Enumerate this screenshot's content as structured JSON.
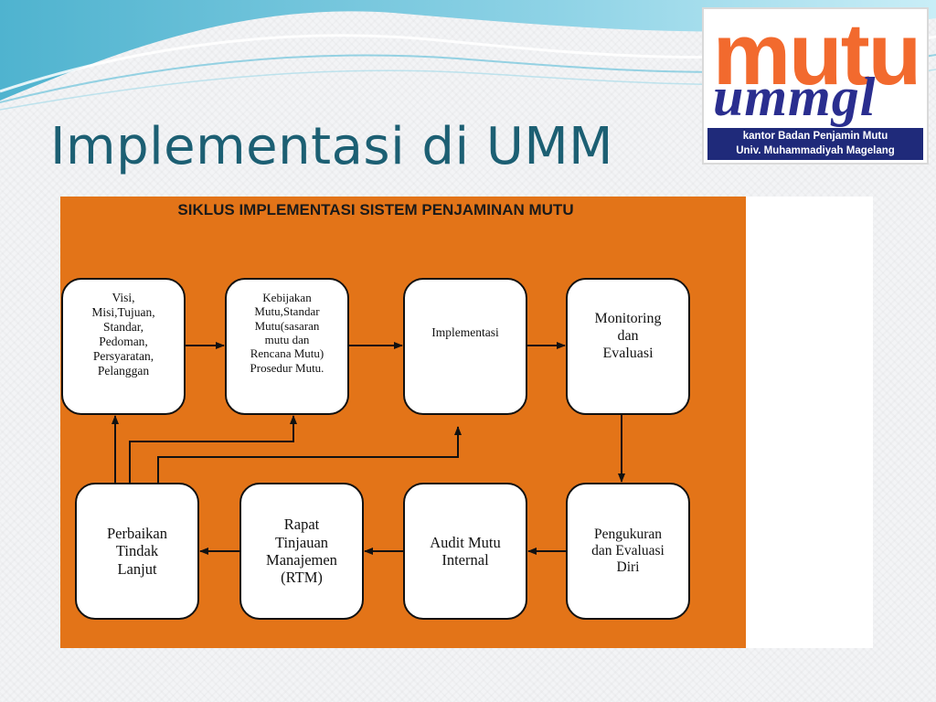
{
  "slide": {
    "title": "Implementasi di UMM"
  },
  "logo": {
    "word": "mutu",
    "script": "ummgl",
    "caption_line1": "kantor Badan Penjamin Mutu",
    "caption_line2": "Univ. Muhammadiyah Magelang"
  },
  "diagram": {
    "title": "SIKLUS IMPLEMENTASI SISTEM PENJAMINAN MUTU",
    "nodes": {
      "visi": "Visi,\nMisi,Tujuan,\nStandar,\nPedoman,\nPersyaratan,\nPelanggan",
      "kebijakan": "Kebijakan\nMutu,Standar\nMutu(sasaran\nmutu dan\nRencana Mutu)\nProsedur Mutu.",
      "implementasi": "Implementasi",
      "monitoring": "Monitoring\ndan\nEvaluasi",
      "perbaikan": "Perbaikan\nTindak\nLanjut",
      "rapat": "Rapat\nTinjauan\nManajemen\n(RTM)",
      "audit": "Audit Mutu\nInternal",
      "pengukuran": "Pengukuran\ndan Evaluasi\nDiri"
    }
  },
  "colors": {
    "title": "#1c5f73",
    "diagram_background": "#e37418",
    "logo_orange": "#f26a2e",
    "logo_blue": "#2a2e8f",
    "logo_caption_background": "#1f2a7a"
  }
}
